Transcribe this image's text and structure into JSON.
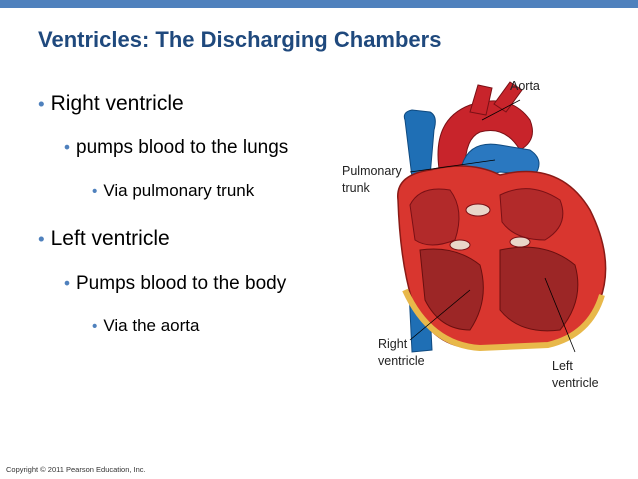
{
  "slide": {
    "title": "Ventricles: The Discharging Chambers",
    "bullets": [
      {
        "text": "Right ventricle",
        "children": [
          {
            "text": "pumps blood to the lungs",
            "children": [
              {
                "text": "Via pulmonary trunk"
              }
            ]
          }
        ]
      },
      {
        "text": "Left ventricle",
        "children": [
          {
            "text": "Pumps blood to the body",
            "children": [
              {
                "text": "Via the aorta"
              }
            ]
          }
        ]
      }
    ],
    "copyright": "Copyright © 2011 Pearson Education, Inc."
  },
  "figure": {
    "labels": {
      "aorta": "Aorta",
      "pulmonary_trunk": "Pulmonary\ntrunk",
      "right_ventricle": "Right\nventricle",
      "left_ventricle": "Left\nventricle"
    }
  },
  "colors": {
    "accent": "#4f81bd",
    "title": "#1f497d",
    "heart_red": "#c8242b",
    "vein_blue": "#1f6fb5",
    "fat_yellow": "#e8b84a"
  },
  "icons": {
    "bullet": "•"
  }
}
